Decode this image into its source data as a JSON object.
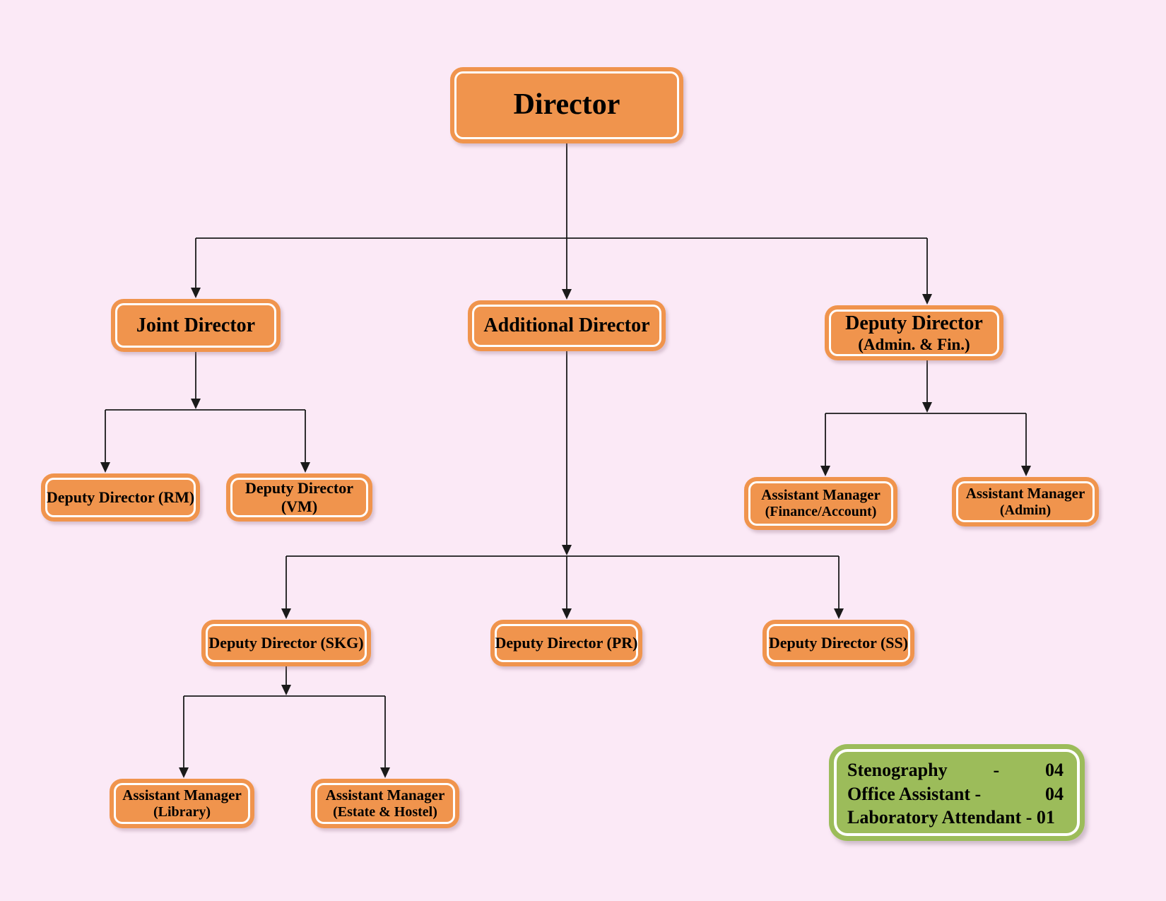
{
  "colors": {
    "background": "#FBE9F6",
    "node_fill": "#F0944D",
    "node_inner_ring": "#FFFFFF",
    "legend_fill": "#9CBC5A",
    "connector": "#1A1A1A",
    "text": "#000000"
  },
  "nodes": {
    "director": {
      "label": "Director"
    },
    "joint_director": {
      "label": "Joint Director"
    },
    "additional_director": {
      "label": "Additional Director"
    },
    "deputy_director_admin_fin": {
      "line1": "Deputy Director",
      "line2": "(Admin. & Fin.)"
    },
    "deputy_director_rm": {
      "label": "Deputy Director (RM)"
    },
    "deputy_director_vm": {
      "label": "Deputy Director (VM)"
    },
    "assistant_manager_finance": {
      "line1": "Assistant Manager",
      "line2": "(Finance/Account)"
    },
    "assistant_manager_admin": {
      "line1": "Assistant Manager",
      "line2": "(Admin)"
    },
    "deputy_director_skg": {
      "label": "Deputy Director (SKG)"
    },
    "deputy_director_pr": {
      "label": "Deputy Director (PR)"
    },
    "deputy_director_ss": {
      "label": "Deputy Director (SS)"
    },
    "assistant_manager_library": {
      "line1": "Assistant Manager",
      "line2": "(Library)"
    },
    "assistant_manager_estate": {
      "line1": "Assistant Manager",
      "line2": "(Estate & Hostel)"
    }
  },
  "legend": {
    "rows": [
      {
        "label": "Stenography",
        "dash": "-",
        "value": "04"
      },
      {
        "label": "Office Assistant -",
        "value": "04"
      },
      {
        "text": "Laboratory Attendant - 01"
      }
    ]
  },
  "hierarchy": {
    "root": "Director",
    "edges": [
      [
        "Director",
        "Joint Director"
      ],
      [
        "Director",
        "Additional Director"
      ],
      [
        "Director",
        "Deputy Director (Admin. & Fin.)"
      ],
      [
        "Joint Director",
        "Deputy Director (RM)"
      ],
      [
        "Joint Director",
        "Deputy Director (VM)"
      ],
      [
        "Deputy Director (Admin. & Fin.)",
        "Assistant Manager (Finance/Account)"
      ],
      [
        "Deputy Director (Admin. & Fin.)",
        "Assistant Manager (Admin)"
      ],
      [
        "Additional Director",
        "Deputy Director (SKG)"
      ],
      [
        "Additional Director",
        "Deputy Director (PR)"
      ],
      [
        "Additional Director",
        "Deputy Director (SS)"
      ],
      [
        "Deputy Director (SKG)",
        "Assistant Manager (Library)"
      ],
      [
        "Deputy Director (SKG)",
        "Assistant Manager (Estate & Hostel)"
      ]
    ]
  }
}
